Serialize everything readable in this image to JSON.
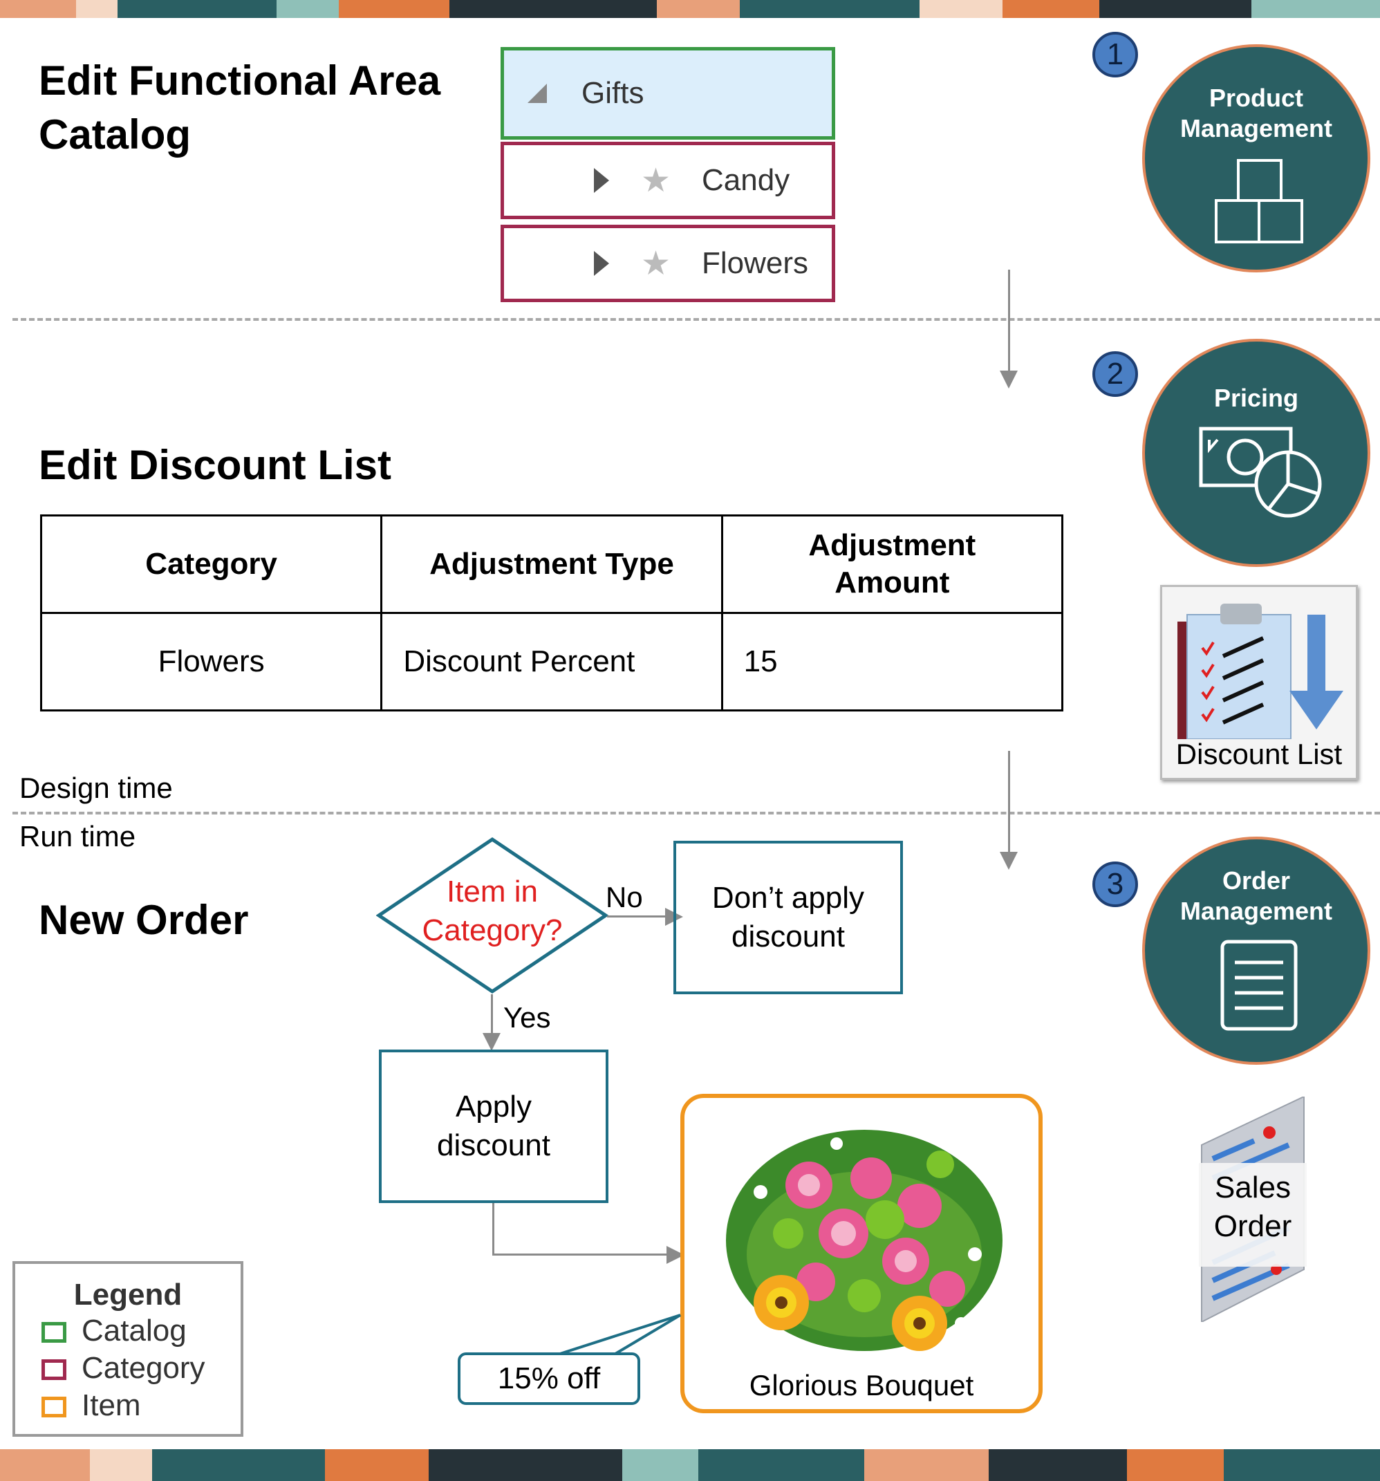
{
  "colors": {
    "catalog": "#3a9a45",
    "category": "#a0294f",
    "item": "#f0961e",
    "teal_circle": "#2a5f63",
    "circle_ring": "#e1875a",
    "flow_border": "#1e6f86",
    "question_red": "#e02020"
  },
  "catalog_section": {
    "heading_line1": "Edit Functional Area",
    "heading_line2": "Catalog",
    "tree": {
      "root": "Gifts",
      "children": [
        "Candy",
        "Flowers"
      ]
    }
  },
  "discount_section": {
    "heading": "Edit Discount List",
    "table": {
      "headers": [
        "Category",
        "Adjustment Type",
        "Adjustment Amount"
      ],
      "rows": [
        [
          "Flowers",
          "Discount Percent",
          "15"
        ]
      ]
    },
    "discount_list_icon_label": "Discount List"
  },
  "phase_labels": {
    "design": "Design time",
    "run": "Run time"
  },
  "order_section": {
    "heading": "New Order",
    "decision": "Item in Category?",
    "no_label": "No",
    "yes_label": "Yes",
    "no_action": "Don’t apply discount",
    "yes_action": "Apply discount",
    "callout": "15% off",
    "product_name": "Glorious Bouquet",
    "sales_order_label_line1": "Sales",
    "sales_order_label_line2": "Order"
  },
  "steps": [
    {
      "number": "1",
      "title_line1": "Product",
      "title_line2": "Management",
      "icon": "boxes-icon"
    },
    {
      "number": "2",
      "title_line1": "Pricing",
      "title_line2": "",
      "icon": "money-pie-icon"
    },
    {
      "number": "3",
      "title_line1": "Order",
      "title_line2": "Management",
      "icon": "document-icon"
    }
  ],
  "legend": {
    "title": "Legend",
    "items": [
      "Catalog",
      "Category",
      "Item"
    ]
  }
}
